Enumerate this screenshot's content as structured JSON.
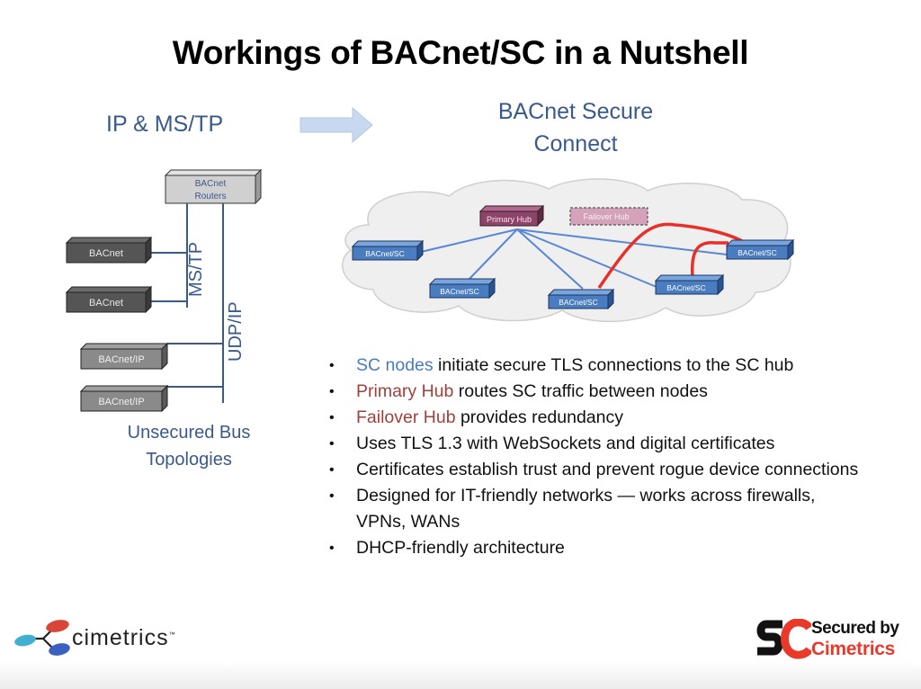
{
  "title": "Workings of BACnet/SC in a Nutshell",
  "left_panel": {
    "heading": "IP & MS/TP",
    "router_label_1": "BACnet",
    "router_label_2": "Routers",
    "mstp_devices": [
      "BACnet",
      "BACnet"
    ],
    "ip_devices": [
      "BACnet/IP",
      "BACnet/IP"
    ],
    "mstp_bus_label": "MS/TP",
    "udpip_bus_label": "UDP/IP",
    "caption_line1": "Unsecured Bus",
    "caption_line2": "Topologies"
  },
  "right_panel": {
    "heading_line1": "BACnet Secure",
    "heading_line2": "Connect",
    "primary_hub": "Primary Hub",
    "failover_hub": "Failover Hub",
    "sc_nodes": [
      "BACnet/SC",
      "BACnet/SC",
      "BACnet/SC",
      "BACnet/SC",
      "BACnet/SC"
    ]
  },
  "bullets": [
    {
      "highlight": "SC nodes",
      "highlight_color": "blue",
      "text": " initiate secure TLS connections to the SC hub"
    },
    {
      "highlight": "Primary Hub",
      "highlight_color": "red",
      "text": " routes SC traffic between nodes"
    },
    {
      "highlight": "Failover Hub",
      "highlight_color": "red",
      "text": " provides redundancy"
    },
    {
      "highlight": "",
      "text": "Uses TLS 1.3 with WebSockets and digital certificates"
    },
    {
      "highlight": "",
      "text": "Certificates establish trust and prevent rogue device connections"
    },
    {
      "highlight": "",
      "text": "Designed for IT-friendly networks — works across firewalls, VPNs, WANs"
    },
    {
      "highlight": "",
      "text": "DHCP-friendly architecture"
    }
  ],
  "footer": {
    "cimetrics_logo_text": "cimetrics",
    "trademark": "™",
    "sc_mark": "SC",
    "secured_by": "Secured by",
    "secured_brand": "Cimetrics"
  },
  "colors": {
    "heading_blue": "#3a5a8c",
    "bullet_blue": "#4a7cc0",
    "bullet_red": "#a0403a",
    "primary_hub": "#8e4468",
    "failover_hub": "#d4a3bb",
    "sc_node": "#4a7cc0",
    "sc_link": "#5a86d6",
    "direct_link": "#e8302a",
    "brand_red": "#e8392b"
  }
}
